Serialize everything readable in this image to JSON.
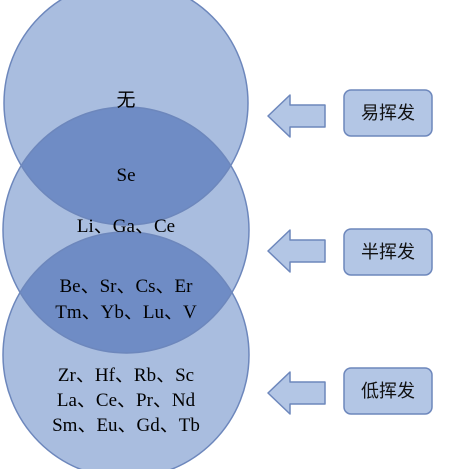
{
  "colors": {
    "circle_fill": "#a9bddf",
    "overlap_fill": "#6f8cc5",
    "stroke": "#6d87bc",
    "box_fill": "#b3c6e5",
    "arrow_fill": "#b3c6e5"
  },
  "circles": {
    "top": {
      "label": "无"
    },
    "overlap_top": {
      "label": "Se"
    },
    "middle": {
      "label": "Li、Ga、Ce"
    },
    "overlap_bottom": {
      "lines": [
        "Be、Sr、Cs、Er",
        "Tm、Yb、Lu、V"
      ]
    },
    "bottom": {
      "lines": [
        "Zr、Hf、Rb、Sc",
        "La、Ce、Pr、Nd",
        "Sm、Eu、Gd、Tb"
      ]
    }
  },
  "categories": [
    {
      "label": "易挥发"
    },
    {
      "label": "半挥发"
    },
    {
      "label": "低挥发"
    }
  ]
}
